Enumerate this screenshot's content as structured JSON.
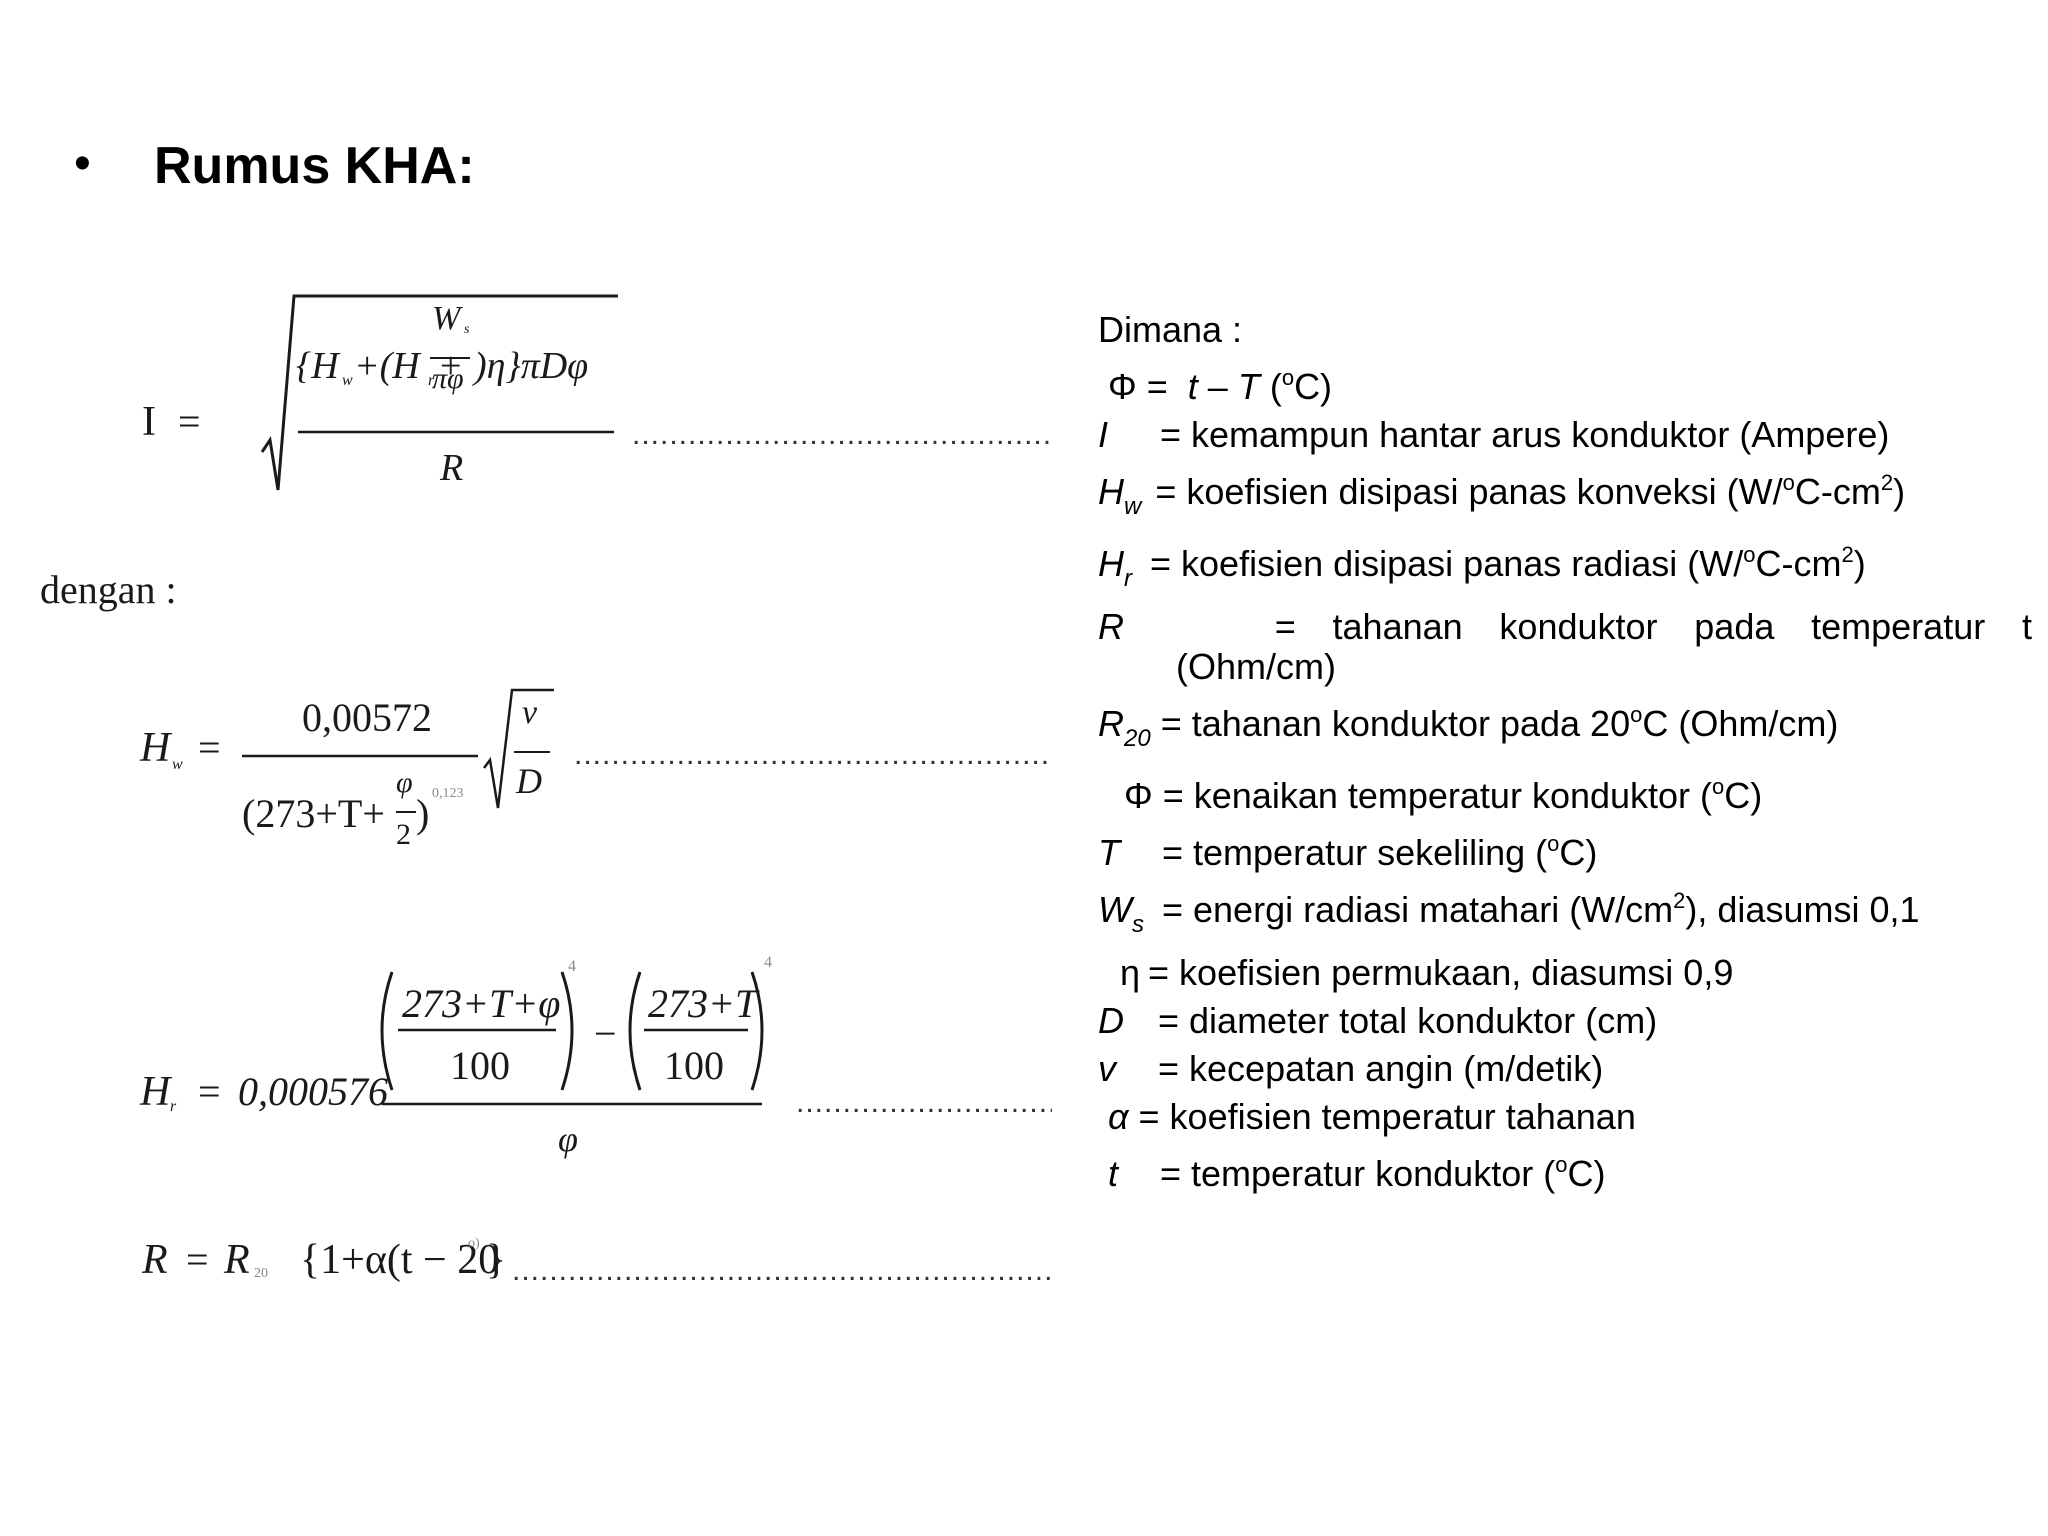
{
  "title": {
    "bullet": "•",
    "text": "Rumus KHA:"
  },
  "formulas": {
    "i_lhs": "I",
    "equals": "=",
    "i_rad_num": "{H_w + (H_r + W_s/(πφ)) η} π D φ",
    "i_num_a": "{H",
    "i_num_b": "w",
    "i_num_c": "+(H",
    "i_num_d": "r",
    "i_num_e": "+",
    "i_w": "W",
    "i_ws": "s",
    "i_pi_phi": "πφ",
    "i_num_f": ")η}πDφ",
    "i_den": "R",
    "dengan": "dengan :",
    "hw_lhs": "H",
    "hw_sub": "w",
    "hw_num": "0,00572",
    "hw_den_a": "(273+T+",
    "hw_phi": "φ",
    "hw_two": "2",
    "hw_den_b": ")",
    "hw_exp": "0,123",
    "hw_v": "v",
    "hw_d": "D",
    "hr_lhs": "H",
    "hr_sub": "r",
    "hr_coef": "0,000576",
    "hr_a_num": "273+T+φ",
    "hr_hundred": "100",
    "hr_b_num": "273+T",
    "hr_four": "4",
    "hr_minus": "−",
    "hr_phi": "φ",
    "r_lhs": "R",
    "r_r20": "R",
    "r_r20_sub": "20",
    "r_body": "{1+α(t − 20",
    "r_exp": "o)",
    "r_close": "}",
    "dots": "......................................................................"
  },
  "definitions": {
    "header": "Dimana :",
    "rows": [
      {
        "sym": "Φ",
        "text": " =  "
      },
      {
        "sym": "I",
        "text": "=  kemampun hantar arus konduktor (Ampere)"
      },
      {
        "sym": "H",
        "sub": "w",
        "text": "= koefisien disipasi panas konveksi (W/",
        "unit_a": "o",
        "unit_b": "C-cm",
        "unit_c": "2",
        "unit_d": ")"
      },
      {
        "sym": "H",
        "sub": "r",
        "text": "= koefisien disipasi panas radiasi (W/",
        "unit_a": "o",
        "unit_b": "C-cm",
        "unit_c": "2",
        "unit_d": ")"
      },
      {
        "sym": "R",
        "words": [
          "=",
          "tahanan",
          "konduktor",
          "pada",
          "temperatur",
          "t"
        ],
        "cont": "(Ohm/cm)"
      },
      {
        "sym": "R",
        "sub": "20",
        "text_a": "= tahanan konduktor pada 20",
        "sup": "o",
        "text_b": "C (Ohm/cm)"
      },
      {
        "sym": "Φ",
        "text_a": "= kenaikan temperatur konduktor (",
        "sup": "o",
        "text_b": "C)"
      },
      {
        "sym": "T",
        "text_a": "= temperatur sekeliling (",
        "sup": "o",
        "text_b": "C)"
      },
      {
        "sym": "W",
        "sub": "s",
        "text_a": "= energi radiasi matahari (W/cm",
        "sup": "2",
        "text_b": "), diasumsi 0,1"
      },
      {
        "sym": "η",
        "text": "= koefisien permukaan, diasumsi 0,9"
      },
      {
        "sym": "D",
        "text": "= diameter total konduktor (cm)"
      },
      {
        "sym": "v",
        "text": "= kecepatan angin (m/detik)"
      },
      {
        "sym": "α",
        "text": "= koefisien temperatur tahanan"
      },
      {
        "sym": "t",
        "text_a": "= temperatur konduktor (",
        "sup": "o",
        "text_b": "C)"
      }
    ],
    "phi_row": {
      "t": "t",
      "dash": " – ",
      "T": "T",
      "open": " (",
      "sup": "o",
      "close": "C)"
    }
  }
}
